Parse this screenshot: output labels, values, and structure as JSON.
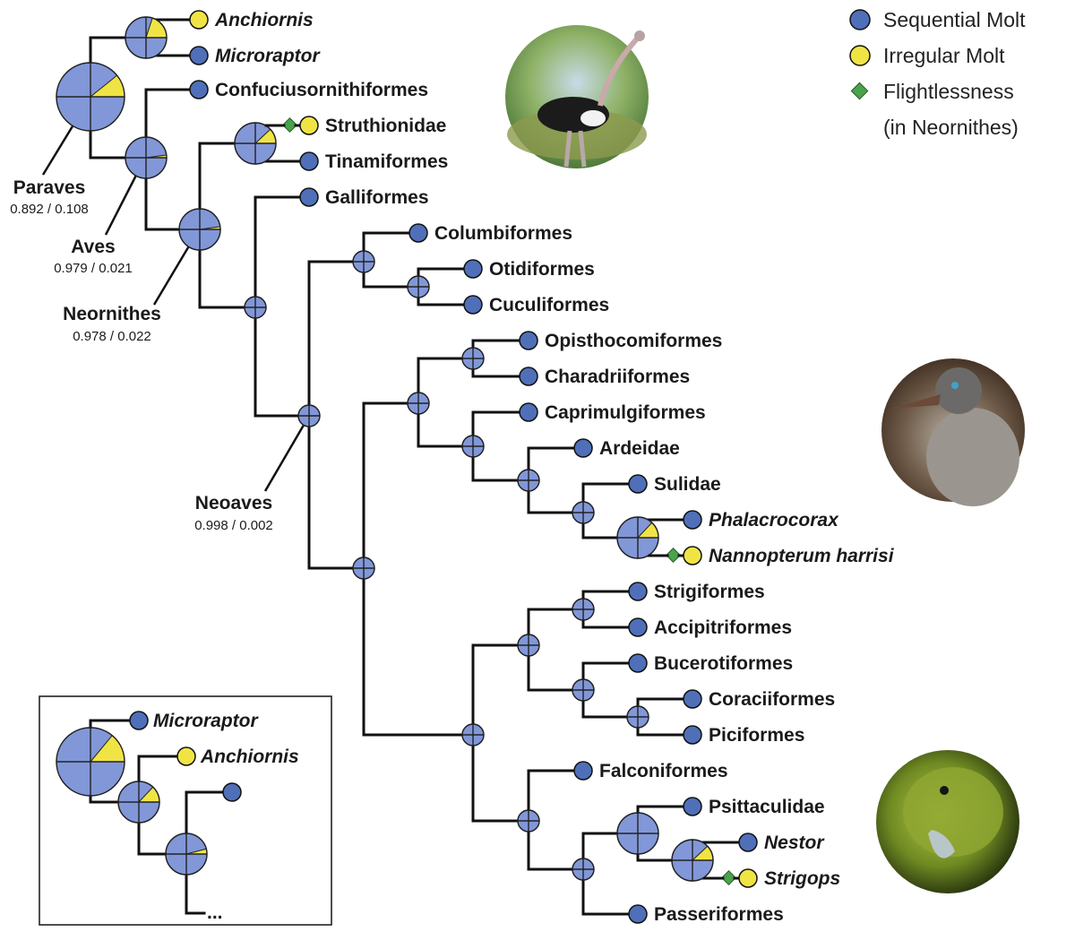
{
  "colors": {
    "sequential": "#4f6fb8",
    "irregular": "#f0e445",
    "flightless": "#4aa24a",
    "pie_fill": "#8197d8"
  },
  "legend": {
    "sequential": "Sequential Molt",
    "irregular": "Irregular Molt",
    "flightless_1": "Flightlessness",
    "flightless_2": "(in Neornithes)"
  },
  "taxa": [
    {
      "name": "Anchiornis",
      "italic": true,
      "state": "irregular"
    },
    {
      "name": "Microraptor",
      "italic": true,
      "state": "sequential"
    },
    {
      "name": "Confuciusornithiformes",
      "italic": false,
      "state": "sequential"
    },
    {
      "name": "Struthionidae",
      "italic": false,
      "state": "irregular",
      "flightless": true
    },
    {
      "name": "Tinamiformes",
      "italic": false,
      "state": "sequential"
    },
    {
      "name": "Galliformes",
      "italic": false,
      "state": "sequential"
    },
    {
      "name": "Columbiformes",
      "italic": false,
      "state": "sequential"
    },
    {
      "name": "Otidiformes",
      "italic": false,
      "state": "sequential"
    },
    {
      "name": "Cuculiformes",
      "italic": false,
      "state": "sequential"
    },
    {
      "name": "Opisthocomiformes",
      "italic": false,
      "state": "sequential"
    },
    {
      "name": "Charadriiformes",
      "italic": false,
      "state": "sequential"
    },
    {
      "name": "Caprimulgiformes",
      "italic": false,
      "state": "sequential"
    },
    {
      "name": "Ardeidae",
      "italic": false,
      "state": "sequential"
    },
    {
      "name": "Sulidae",
      "italic": false,
      "state": "sequential"
    },
    {
      "name": "Phalacrocorax",
      "italic": true,
      "state": "sequential"
    },
    {
      "name": "Nannopterum harrisi",
      "italic": true,
      "state": "irregular",
      "flightless": true
    },
    {
      "name": "Strigiformes",
      "italic": false,
      "state": "sequential"
    },
    {
      "name": "Accipitriformes",
      "italic": false,
      "state": "sequential"
    },
    {
      "name": "Bucerotiformes",
      "italic": false,
      "state": "sequential"
    },
    {
      "name": "Coraciiformes",
      "italic": false,
      "state": "sequential"
    },
    {
      "name": "Piciformes",
      "italic": false,
      "state": "sequential"
    },
    {
      "name": "Falconiformes",
      "italic": false,
      "state": "sequential"
    },
    {
      "name": "Psittaculidae",
      "italic": false,
      "state": "sequential"
    },
    {
      "name": "Nestor",
      "italic": true,
      "state": "sequential"
    },
    {
      "name": "Strigops",
      "italic": true,
      "state": "irregular",
      "flightless": true
    },
    {
      "name": "Passeriformes",
      "italic": false,
      "state": "sequential"
    }
  ],
  "nodes": [
    {
      "id": "paraves",
      "irregular_prob": 0.108
    },
    {
      "id": "anchiornis_microraptor",
      "irregular_prob": 0.2
    },
    {
      "id": "aves",
      "irregular_prob": 0.021
    },
    {
      "id": "neornithes",
      "irregular_prob": 0.022
    },
    {
      "id": "palaeognathae",
      "irregular_prob": 0.12
    },
    {
      "id": "neognathae",
      "irregular_prob": 0.0
    },
    {
      "id": "neoaves",
      "irregular_prob": 0.002
    },
    {
      "id": "columbimorphae",
      "irregular_prob": 0.0
    },
    {
      "id": "otidimorphae",
      "irregular_prob": 0.0
    },
    {
      "id": "core_neoaves",
      "irregular_prob": 0.0
    },
    {
      "id": "waterbird_clade",
      "irregular_prob": 0.0
    },
    {
      "id": "opisthocomi_charadrii",
      "irregular_prob": 0.0
    },
    {
      "id": "caprimulg_aequorlit",
      "irregular_prob": 0.0
    },
    {
      "id": "ardeid_sulid",
      "irregular_prob": 0.0
    },
    {
      "id": "suliformes",
      "irregular_prob": 0.0
    },
    {
      "id": "phalacrocoracidae",
      "irregular_prob": 0.13
    },
    {
      "id": "landbirds",
      "irregular_prob": 0.0
    },
    {
      "id": "afroaves",
      "irregular_prob": 0.0
    },
    {
      "id": "strig_accip",
      "irregular_prob": 0.0
    },
    {
      "id": "buceros_clade",
      "irregular_prob": 0.0
    },
    {
      "id": "corac_pici",
      "irregular_prob": 0.0
    },
    {
      "id": "australaves",
      "irregular_prob": 0.0
    },
    {
      "id": "psittacopasserae",
      "irregular_prob": 0.0
    },
    {
      "id": "psittaciformes",
      "irregular_prob": 0.0
    },
    {
      "id": "strigopidae",
      "irregular_prob": 0.12
    }
  ],
  "clade_labels": [
    {
      "name": "Paraves",
      "probs": "0.892 / 0.108"
    },
    {
      "name": "Aves",
      "probs": "0.979 / 0.021"
    },
    {
      "name": "Neornithes",
      "probs": "0.978 / 0.022"
    },
    {
      "name": "Neoaves",
      "probs": "0.998 / 0.002"
    }
  ],
  "inset": {
    "taxa": [
      {
        "name": "Microraptor",
        "italic": true,
        "state": "sequential"
      },
      {
        "name": "Anchiornis",
        "italic": true,
        "state": "irregular"
      }
    ],
    "ellipsis": "...",
    "nodes": [
      {
        "id": "inset_paraves",
        "irregular_prob": 0.14
      },
      {
        "id": "inset_avialae",
        "irregular_prob": 0.13
      },
      {
        "id": "inset_aves",
        "irregular_prob": 0.04
      }
    ]
  }
}
